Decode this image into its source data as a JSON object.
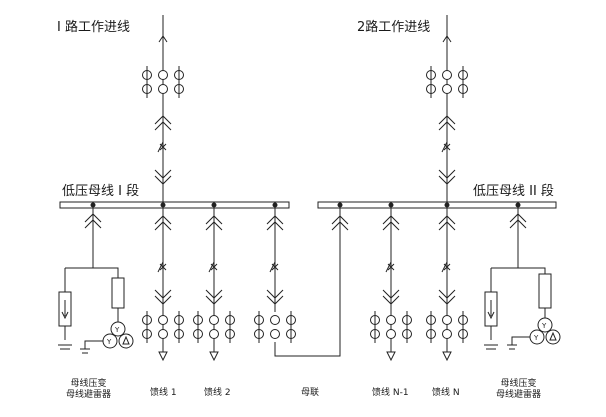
{
  "incoming": {
    "line1": "I 路工作进线",
    "line2": "2路工作进线"
  },
  "busbars": {
    "section1": "低压母线 I 段",
    "section2": "低压母线 II 段"
  },
  "feeders": {
    "pt_arrester_left": [
      "母线压变",
      "母线避雷器"
    ],
    "feeder1": "馈线  1",
    "feeder2": "馈线  2",
    "bus_tie": "母联",
    "feederN1": "馈线  N-1",
    "feederN": "馈线  N",
    "pt_arrester_right": [
      "母线压变",
      "母线避雷器"
    ]
  }
}
